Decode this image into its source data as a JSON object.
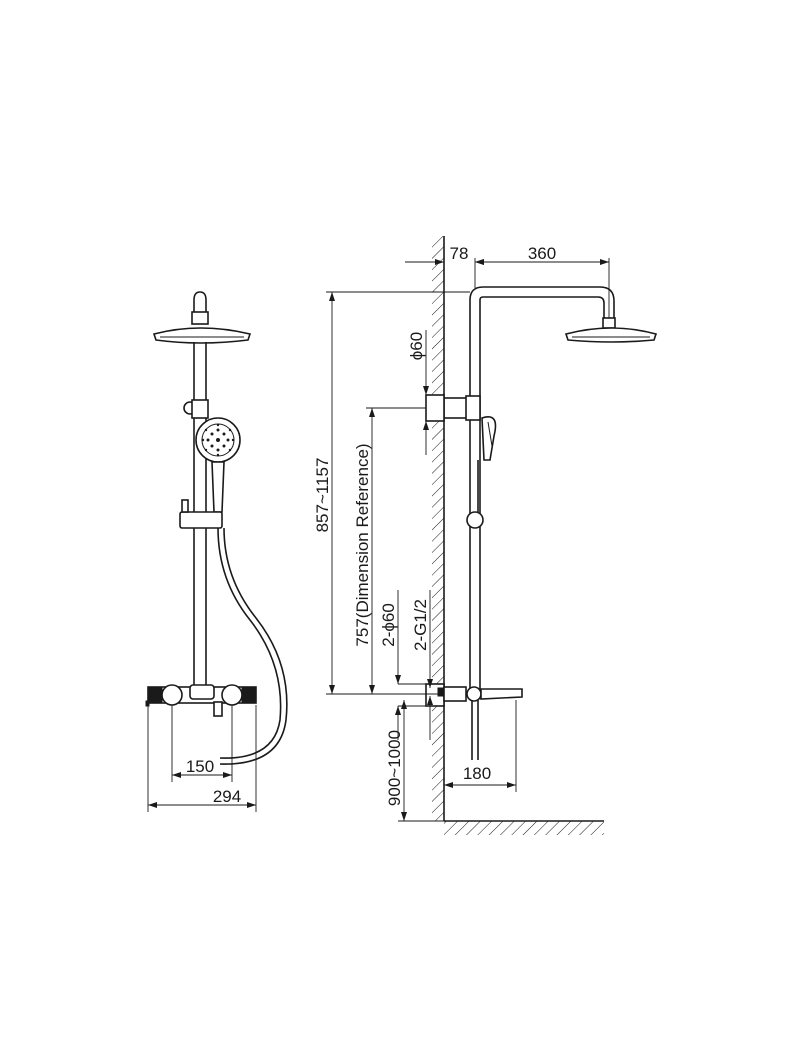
{
  "dimensions": {
    "wall_offset": "78",
    "arm_length": "360",
    "pipe_diameter": "ϕ60",
    "height_range": "857~1157",
    "dimension_reference": "757(Dimension Reference)",
    "inlet_diameter": "2-ϕ60",
    "inlet_thread": "2-G1/2",
    "mount_height": "900~1000",
    "spout_projection": "180",
    "inlet_spacing": "150",
    "mixer_width": "294"
  }
}
